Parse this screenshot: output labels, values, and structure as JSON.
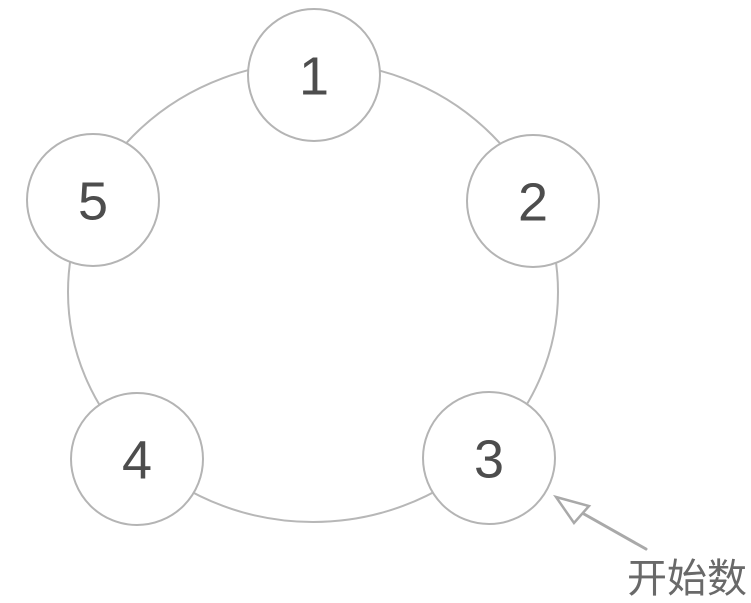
{
  "diagram": {
    "description": "counting-circle",
    "nodes": [
      {
        "label": "1"
      },
      {
        "label": "2"
      },
      {
        "label": "3"
      },
      {
        "label": "4"
      },
      {
        "label": "5"
      }
    ],
    "annotation": {
      "label": "开始数",
      "points_to_node": "3"
    }
  },
  "colors": {
    "background": "#ffffff",
    "ring_stroke": "#b7b7b7",
    "node_stroke": "#b4b4b4",
    "node_fill": "#ffffff",
    "number_text": "#4d4d4d",
    "arrow": "#a9a9a9",
    "arrowhead_fill": "#ffffff",
    "annotation_text": "#696969"
  }
}
